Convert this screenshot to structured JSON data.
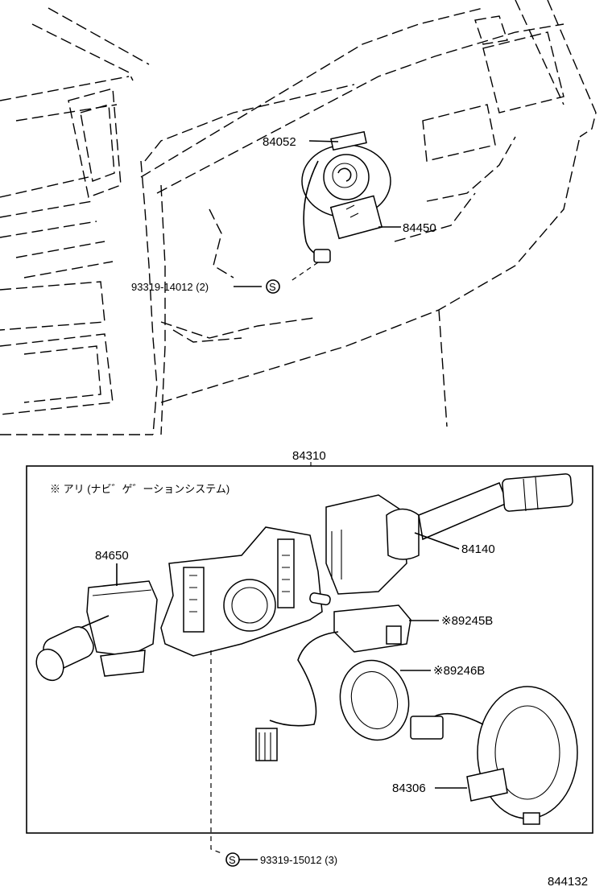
{
  "diagram": {
    "labels": {
      "p84052": "84052",
      "p84450": "84450",
      "screw_top": "93319-14012 (2)",
      "s_symbol": "S",
      "assembly": "84310",
      "note": "※ アリ (ナビ゛ゲ゛ーションシステム)",
      "p84650": "84650",
      "p84140": "84140",
      "p89245b": "※89245B",
      "p89246b": "※89246B",
      "p84306": "84306",
      "screw_bottom": "93319-15012 (3)",
      "diagram_id": "844132"
    }
  }
}
